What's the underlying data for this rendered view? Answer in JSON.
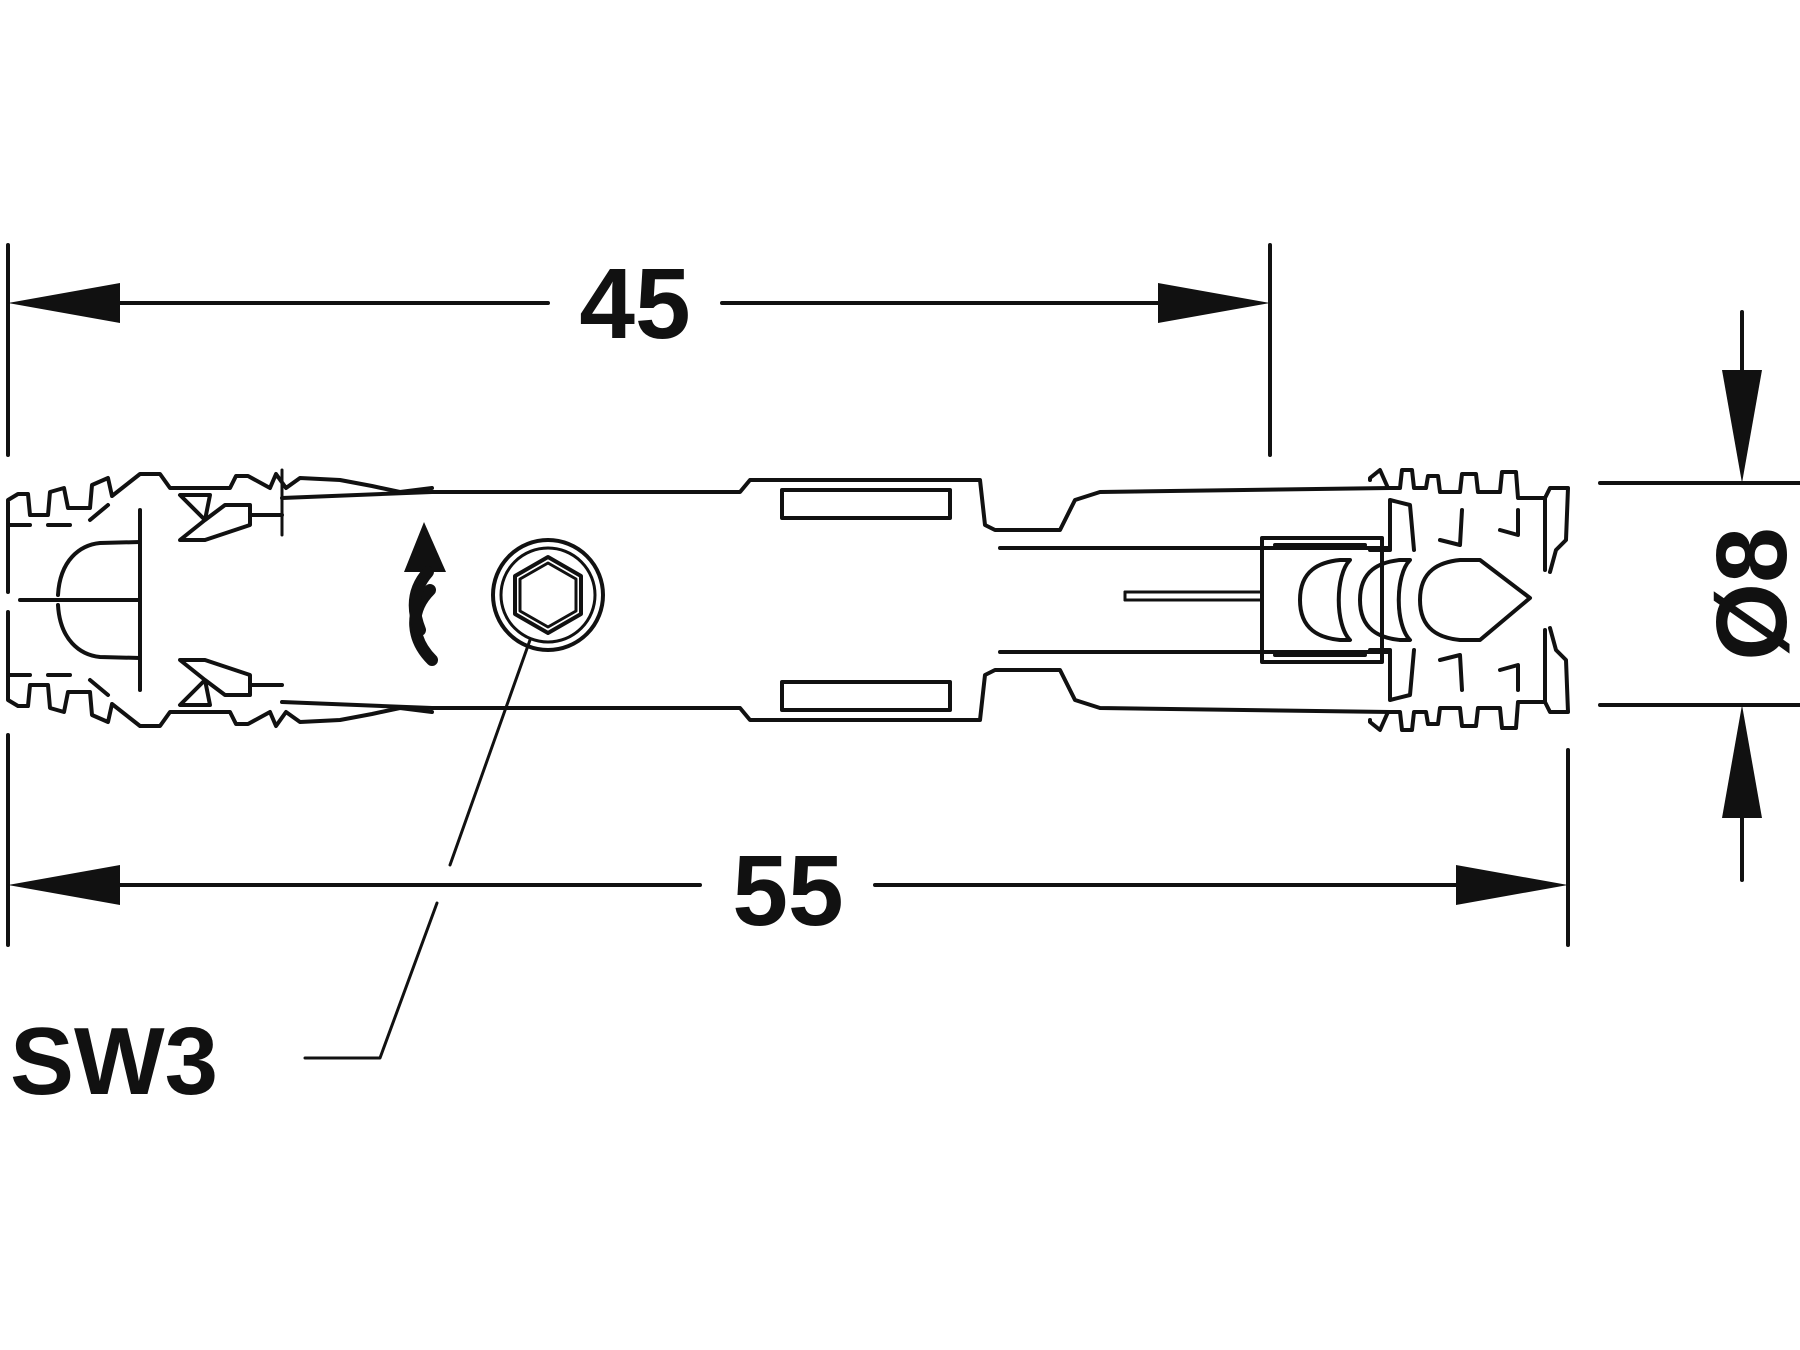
{
  "drawing": {
    "dimensions": {
      "length_inner": "45",
      "length_overall": "55",
      "diameter": "Ø8"
    },
    "callout": {
      "hex_key": "SW3"
    },
    "colors": {
      "line": "#111111",
      "background": "#ffffff"
    }
  }
}
